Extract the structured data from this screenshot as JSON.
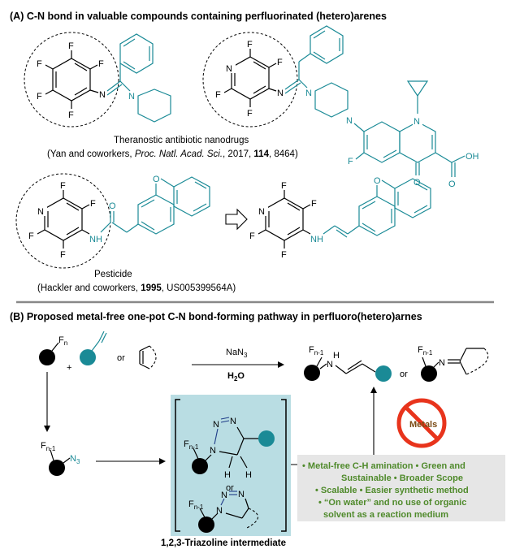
{
  "section_a": {
    "title": "(A) C-N bond in valuable compounds containing perfluorinated (hetero)arenes",
    "caption1_line1": "Theranostic antibiotic nanodrugs",
    "caption1_line2_a": "(Yan and coworkers, ",
    "caption1_line2_journal": "Proc. Natl. Acad. Sci.",
    "caption1_line2_b": ", 2017, ",
    "caption1_line2_vol": "114",
    "caption1_line2_c": ", 8464)",
    "caption2_line1": "Pesticide",
    "caption2_line2_a": "(Hackler and coworkers, ",
    "caption2_line2_year": "1995",
    "caption2_line2_b": ", US005399564A)"
  },
  "section_b": {
    "title": "(B) Proposed metal-free one-pot C-N bond-forming pathway in perfluoro(hetero)arnes",
    "or_text": "or",
    "reagent": "NaN3",
    "solvent": "H2O",
    "label_fn": "F",
    "label_sub_n": "n",
    "label_sub_n1": "n-1",
    "intermediate_label": "1,2,3-Triazoline intermediate",
    "no_metals_label": "Metals",
    "advantages": [
      "• Metal-free C-H amination  • Green and",
      "Sustainable  • Broader Scope",
      "• Scalable  • Easier synthetic method",
      "• “On water” and no use of organic",
      "solvent as a reaction medium"
    ]
  },
  "atoms": {
    "F": "F",
    "N": "N",
    "H": "H",
    "O": "O",
    "OH": "OH",
    "NH": "N",
    "H_sub": "H"
  },
  "colors": {
    "teal": "#1a8a96",
    "bubble": "#b9dde3",
    "advantages_bg": "#e6e6e6",
    "advantages_text": "#4f8a2b",
    "no_sign": "#e8341c",
    "metals_text": "#7a4a14",
    "divider": "#888888"
  }
}
